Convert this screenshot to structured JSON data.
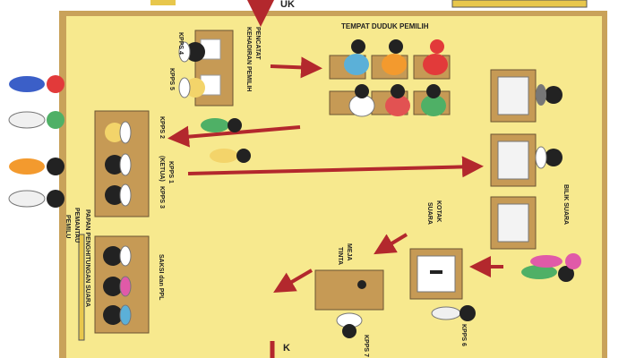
{
  "entrance_label": "UK",
  "exit_label": "K",
  "areas": {
    "voter_seating": "TEMPAT DUDUK PEMILIH",
    "voting_booth": "BILIK SUARA",
    "ballot_box": [
      "KOTAK",
      "SUARA"
    ],
    "ink_table": [
      "MEJA",
      "TINTA"
    ],
    "tally_board": "PAPAN PENGHITUNGAN SUARA",
    "observers": [
      "PEMANTAU",
      "PEMILU"
    ]
  },
  "officers": {
    "attendance_recorder": [
      "PENCATAT",
      "KEHADIRAN PEMILIH"
    ],
    "kpps4": "KPPS 4",
    "kpps5": "KPPS 5",
    "kpps2": "KPPS 2",
    "kpps1": [
      "KPPS 1",
      "(KETUA)"
    ],
    "kpps3": "KPPS 3",
    "witnesses": "SAKSI dan PPL",
    "kpps6": "KPPS 6",
    "kpps7": "KPPS 7"
  },
  "colors": {
    "floor": "#f7e98e",
    "wall": "#c9a25a",
    "arrow": "#b3282d",
    "table": "#c69a55",
    "booth": "#f3f3f3",
    "tally_board": "#e8c74c"
  }
}
